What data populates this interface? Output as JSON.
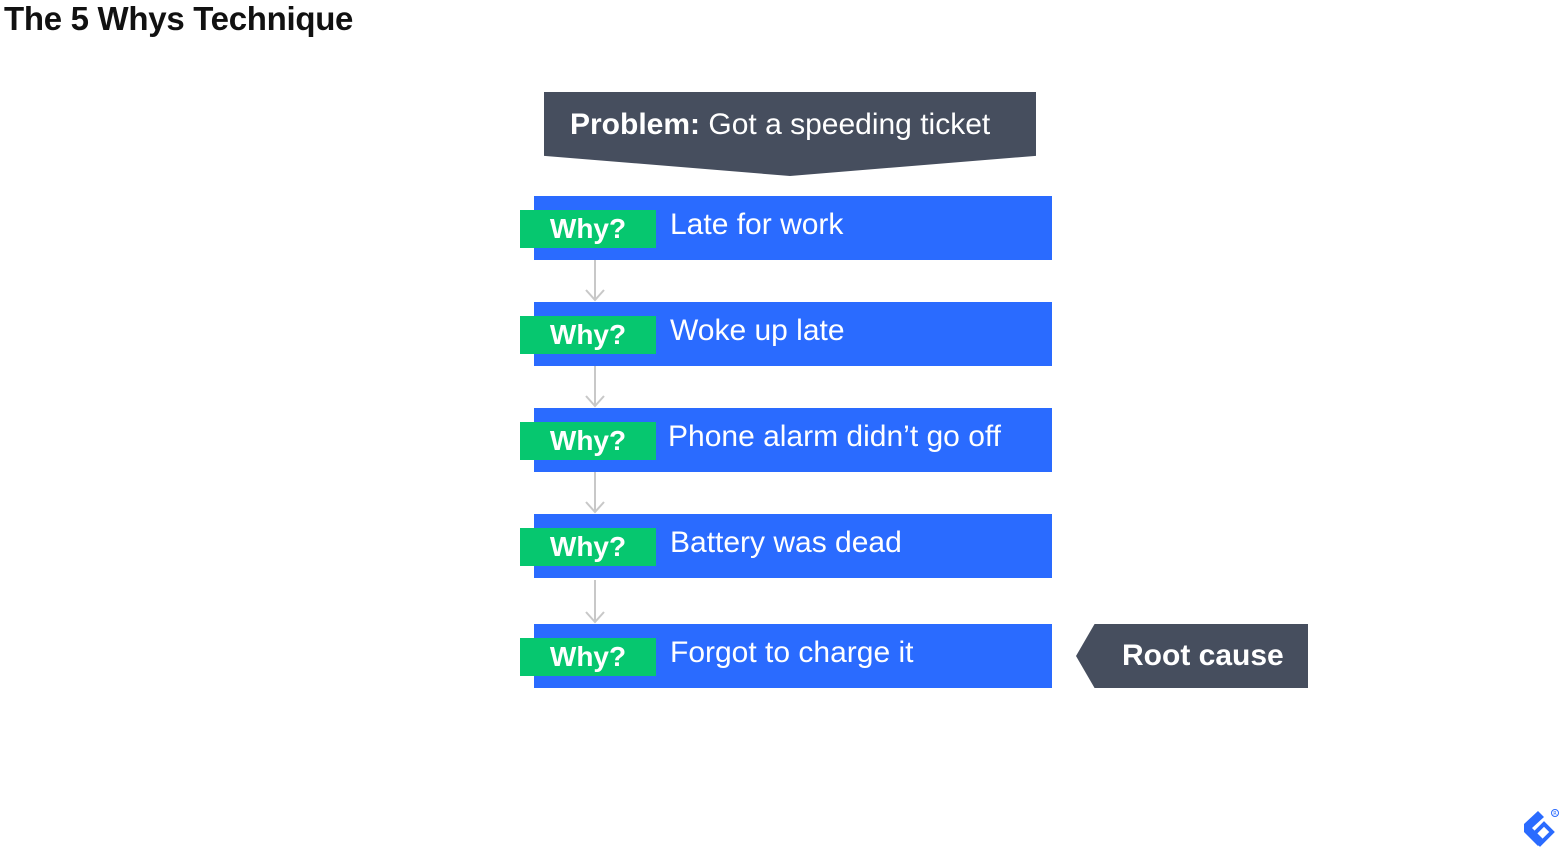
{
  "title": "The 5 Whys Technique",
  "problem": {
    "label": "Problem:",
    "text": "Got a speeding ticket"
  },
  "whys": [
    {
      "badge": "Why?",
      "text": "Late for work"
    },
    {
      "badge": "Why?",
      "text": "Woke up late"
    },
    {
      "badge": "Why?",
      "text": "Phone alarm didn’t go off"
    },
    {
      "badge": "Why?",
      "text": "Battery was dead"
    },
    {
      "badge": "Why?",
      "text": "Forgot to charge it"
    }
  ],
  "root_cause": {
    "label": "Root cause"
  },
  "colors": {
    "dark": "#464e5e",
    "blue": "#2a6bff",
    "green": "#06c76f",
    "connector": "#c8c8c8"
  },
  "icons": [
    "arrow-down-icon",
    "brand-logo-icon"
  ]
}
